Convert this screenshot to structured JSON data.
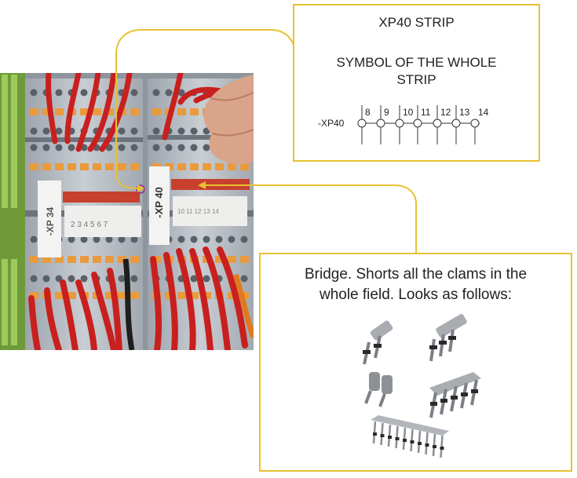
{
  "colors": {
    "accent": "#E8C132",
    "wire_red": "#C8201E",
    "terminal_gray": "#B9BFC7",
    "terminal_orange": "#E99A3D",
    "terminal_green": "#9CCB5B",
    "bridge_red": "#C7402D"
  },
  "strip_box": {
    "title": "XP40 STRIP",
    "subtitle_line1": "SYMBOL OF THE WHOLE",
    "subtitle_line2": "STRIP",
    "symbol": {
      "label": "-XP40",
      "terminals": [
        "8",
        "9",
        "10",
        "11",
        "12",
        "13",
        "14"
      ]
    }
  },
  "bridge_box": {
    "line1": "Bridge. Shorts all the clams in the",
    "line2": "whole field. Looks as follows:",
    "illustrations": [
      "bridge-2-pole-icon",
      "bridge-3-pole-icon",
      "bridge-2-pole-insulated-icon",
      "bridge-5-pole-icon",
      "bridge-10-pole-comb-icon"
    ]
  },
  "photo": {
    "marker_left": "-XP 34",
    "marker_right": "-XP 40",
    "numbers_left": "2 3 4 5 6 7",
    "numbers_right": "10 11 12 13 14"
  }
}
